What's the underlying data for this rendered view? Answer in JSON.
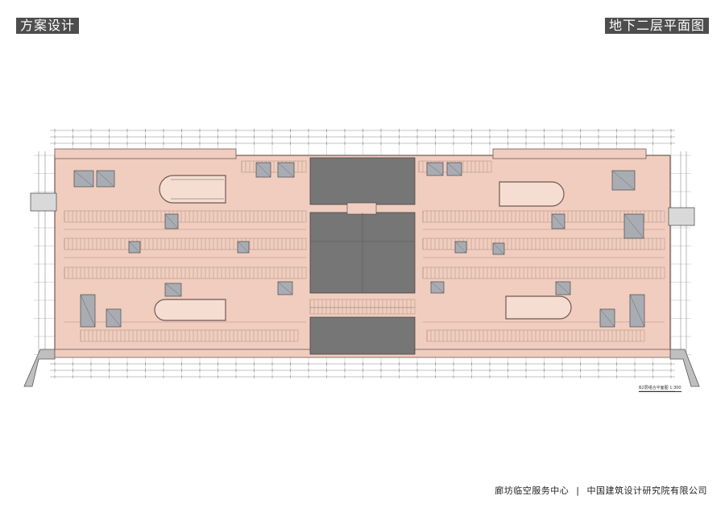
{
  "header": {
    "left_tag": "方案设计",
    "right_tag": "地下二层平面图"
  },
  "drawing": {
    "scale_label": "B2层组合平面图  1:300"
  },
  "footer": {
    "project": "廊坊临空服务中心",
    "separator": "|",
    "firm": "中国建筑设计研究院有限公司"
  },
  "colors": {
    "floor_fill": "#f1cdbf",
    "void_fill": "#767676",
    "core_fill": "#a9adb3",
    "line": "#6e5a52",
    "grid": "#b9b9b9"
  }
}
